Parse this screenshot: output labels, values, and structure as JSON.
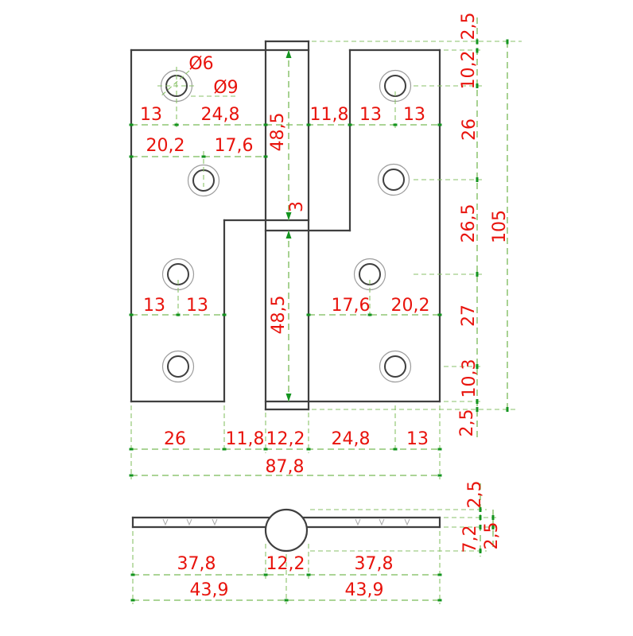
{
  "drawing": {
    "type": "technical-drawing-hinge",
    "colors": {
      "outline": "#3f3f3f",
      "dimension_lines": "#79ba57",
      "dimension_text": "#e8130c",
      "thin_lines": "#9c9c9c",
      "marker": "#13941f",
      "background": "#ffffff"
    },
    "front_view": {
      "dia_small": "Ø6",
      "dia_large": "Ø9",
      "top_row": [
        "13",
        "24,8",
        "11,8",
        "13",
        "13"
      ],
      "row2": [
        "20,2",
        "17,6"
      ],
      "row3": [
        "13",
        "13",
        "17,6",
        "20,2"
      ],
      "knuckle_upper": "48,5",
      "knuckle_gap": "3",
      "knuckle_lower": "48,5",
      "right_chain": [
        "2,5",
        "10,2",
        "26",
        "26,5",
        "27",
        "10,3",
        "2,5"
      ],
      "total_height": "105",
      "bottom_chain": [
        "26",
        "11,8",
        "12,2",
        "24,8",
        "13"
      ],
      "total_width": "87,8"
    },
    "side_view": {
      "segments": [
        "37,8",
        "12,2",
        "37,8"
      ],
      "halves": [
        "43,9",
        "43,9"
      ],
      "t_top": "2,5",
      "t_plate": "2,5",
      "t_knuckle": "7,2"
    }
  }
}
